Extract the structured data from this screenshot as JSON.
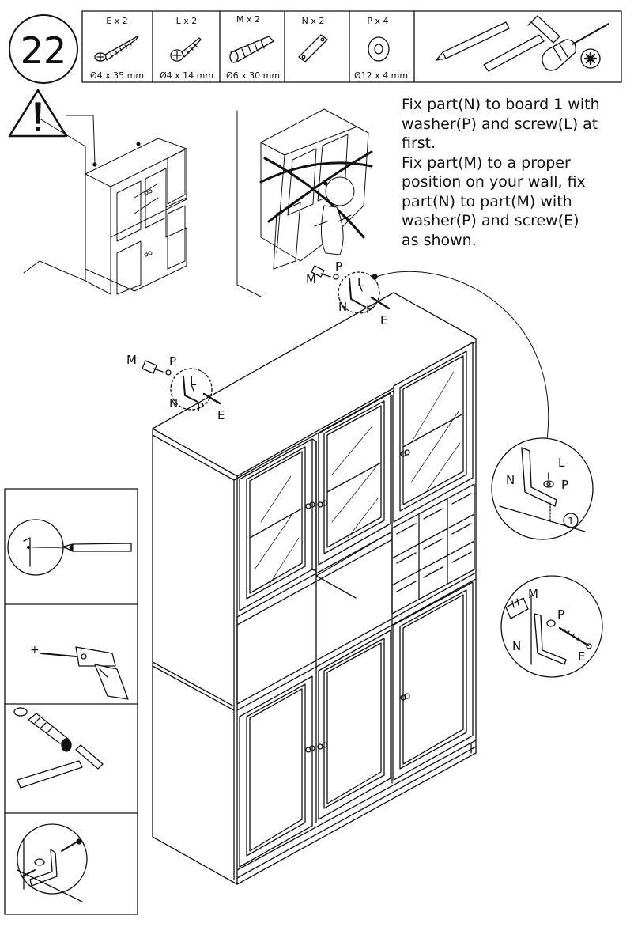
{
  "step": {
    "number": "22"
  },
  "parts": [
    {
      "code": "E x 2",
      "size": "Ø4 x 35 mm",
      "icon": "long-screw-icon"
    },
    {
      "code": "L x 2",
      "size": "Ø4 x 14 mm",
      "icon": "short-screw-icon"
    },
    {
      "code": "M x 2",
      "size": "Ø6 x 30 mm",
      "icon": "wall-plug-icon"
    },
    {
      "code": "N x 2",
      "size": "",
      "icon": "metal-strap-icon"
    },
    {
      "code": "P x 4",
      "size": "Ø12 x 4 mm",
      "icon": "washer-icon"
    }
  ],
  "tools": [
    "pencil-icon",
    "hammer-icon",
    "phillips-screwdriver-icon"
  ],
  "instructions": [
    "Fix part(N) to board 1 with",
    "washer(P) and screw(L) at",
    "first.",
    "Fix part(M) to a proper",
    "position on your wall, fix",
    "part(N) to part(M) with",
    "washer(P) and screw(E)",
    "as shown."
  ],
  "callouts": {
    "top": {
      "m": "M",
      "p": "P",
      "l": "L",
      "n": "N",
      "p2": "P",
      "e": "E"
    },
    "left": {
      "m": "M",
      "p": "P",
      "l": "L",
      "n": "N",
      "p2": "P",
      "e": "E"
    },
    "detail1": {
      "n": "N",
      "l": "L",
      "p": "P",
      "board": "1"
    },
    "detail2": {
      "m": "M",
      "p": "P",
      "n": "N",
      "e": "E"
    }
  },
  "warning_icon": "warning-triangle-icon",
  "side_steps": [
    "mark-wall-step",
    "drill-hole-step",
    "insert-wall-plug-step",
    "fix-strap-step"
  ]
}
